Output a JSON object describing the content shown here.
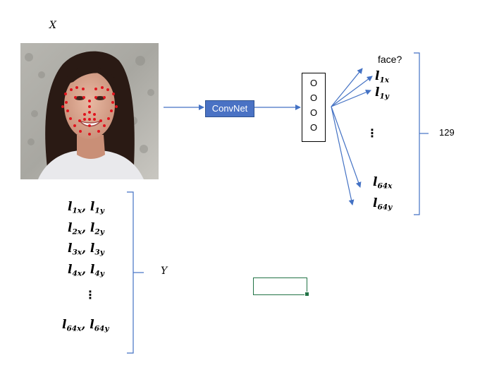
{
  "input_label": "X",
  "output_label": "Y",
  "convnet_label": "ConvNet",
  "nn_nodes": [
    "O",
    "O",
    "O",
    "O"
  ],
  "face_question": "face?",
  "output_count": "129",
  "outputs": {
    "l1x": {
      "base": "l",
      "sub": "1x"
    },
    "l1y": {
      "base": "l",
      "sub": "1y"
    },
    "l64x": {
      "base": "l",
      "sub": "64x"
    },
    "l64y": {
      "base": "l",
      "sub": "64y"
    }
  },
  "y_rows": [
    {
      "a": "l",
      "as": "1x",
      "b": "l",
      "bs": "1y"
    },
    {
      "a": "l",
      "as": "2x",
      "b": "l",
      "bs": "2y"
    },
    {
      "a": "l",
      "as": "3x",
      "b": "l",
      "bs": "3y"
    },
    {
      "a": "l",
      "as": "4x",
      "b": "l",
      "bs": "4y"
    },
    {
      "a": "l",
      "as": "64x",
      "b": "l",
      "bs": "64y"
    }
  ],
  "ellipsis": "⋮",
  "colors": {
    "arrow": "#4472c4",
    "landmark": "#e0141e",
    "convnet_fill": "#4a72c4",
    "cell_border": "#217346"
  }
}
